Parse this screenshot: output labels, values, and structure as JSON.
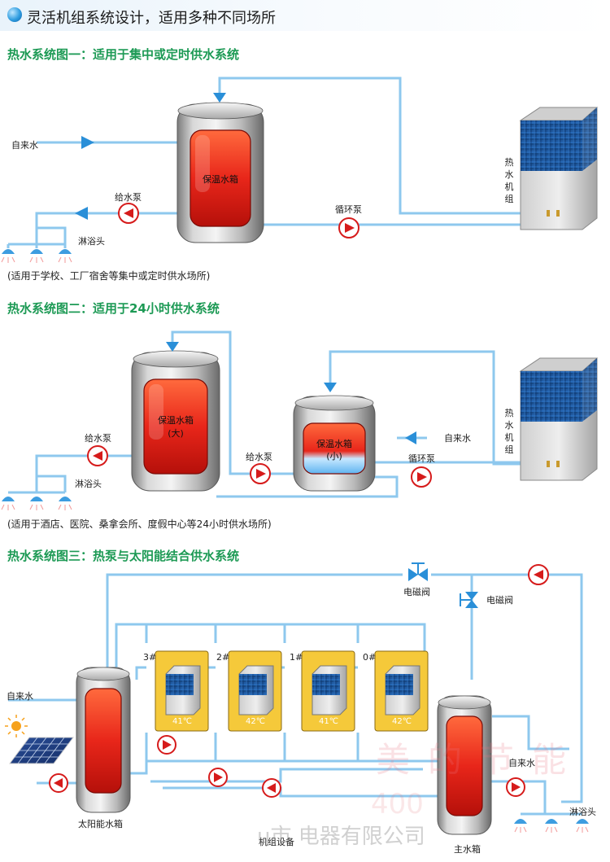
{
  "header": {
    "title": "灵活机组系统设计，适用多种不同场所"
  },
  "section1": {
    "title": "热水系统图一：适用于集中或定时供水系统",
    "tank_label": "保温水箱",
    "inlet_label": "自来水",
    "supply_pump_label": "给水泵",
    "circ_pump_label": "循环泵",
    "shower_label": "淋浴头",
    "heat_pump_label": "热水机组",
    "note": "(适用于学校、工厂宿舍等集中或定时供水场所)"
  },
  "section2": {
    "title": "热水系统图二：适用于24小时供水系统",
    "big_tank_label": "保温水箱",
    "big_tank_sub": "(大)",
    "small_tank_label": "保温水箱",
    "small_tank_sub": "(小)",
    "supply_pump_label_left": "给水泵",
    "supply_pump_label_mid": "给水泵",
    "circ_pump_label": "循环泵",
    "inlet_label": "自来水",
    "shower_label": "淋浴头",
    "heat_pump_label": "热水机组",
    "note": "(适用于酒店、医院、桑拿会所、度假中心等24小时供水场所)"
  },
  "section3": {
    "title": "热水系统图三：热泵与太阳能结合供水系统",
    "valve_label_1": "电磁阀",
    "valve_label_2": "电磁阀",
    "inlet_label_left": "自来水",
    "inlet_label_right": "自来水",
    "shower_label": "淋浴头",
    "solar_tank_label": "太阳能水箱",
    "main_tank_label": "主水箱",
    "units_label": "机组设备",
    "units": [
      {
        "num": "3#",
        "temp": "41℃"
      },
      {
        "num": "2#",
        "temp": "42℃"
      },
      {
        "num": "1#",
        "temp": "41℃"
      },
      {
        "num": "0#",
        "temp": "42℃"
      }
    ]
  },
  "watermark": {
    "line1": "美的节能",
    "line2": "400",
    "line3": "u市  电器有限公司"
  },
  "colors": {
    "pipe": "#8ec8ee",
    "pipe_dark": "#4a9fd8",
    "title_green": "#1d9a55",
    "tank_red": "#e8261a",
    "pump_red": "#e21b1b",
    "unit_blue": "#1f5fa8",
    "unit_frame": "#f2c230"
  }
}
